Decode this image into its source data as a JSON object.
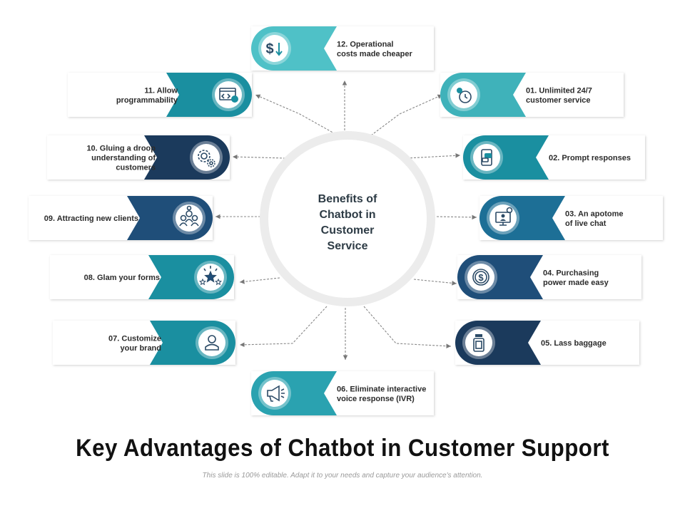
{
  "center": {
    "lines": [
      "Benefits of",
      "Chatbot in",
      "Customer",
      "Service"
    ]
  },
  "colors": {
    "teal_light": "#4fc1c7",
    "teal": "#1a8fa0",
    "navy": "#1f4e79",
    "navy_dark": "#1b3a5c"
  },
  "items": [
    {
      "id": "12",
      "lines": [
        "12. Operational",
        "costs made cheaper"
      ],
      "icon": "dollar-down-icon",
      "color": "#4fc1c7",
      "side": "right-tab"
    },
    {
      "id": "01",
      "lines": [
        "01. Unlimited 24/7",
        "customer service"
      ],
      "icon": "clock-cycle-icon",
      "color": "#3fb2ba",
      "side": "right"
    },
    {
      "id": "02",
      "lines": [
        "02. Prompt responses"
      ],
      "icon": "mobile-chat-icon",
      "color": "#1a8fa0",
      "side": "right"
    },
    {
      "id": "03",
      "lines": [
        "03. An apotome",
        "of live chat"
      ],
      "icon": "monitor-chat-icon",
      "color": "#1d6f96",
      "side": "right"
    },
    {
      "id": "04",
      "lines": [
        "04. Purchasing",
        "power made easy"
      ],
      "icon": "coin-icon",
      "color": "#1f4e79",
      "side": "right"
    },
    {
      "id": "05",
      "lines": [
        "05. Lass baggage"
      ],
      "icon": "luggage-icon",
      "color": "#1b3a5c",
      "side": "right"
    },
    {
      "id": "06",
      "lines": [
        "06. Eliminate interactive",
        "voice response (IVR)"
      ],
      "icon": "megaphone-icon",
      "color": "#2aa2b0",
      "side": "right-tab"
    },
    {
      "id": "07",
      "lines": [
        "07. Customize",
        "your brand"
      ],
      "icon": "user-icon",
      "color": "#1a8fa0",
      "side": "left"
    },
    {
      "id": "08",
      "lines": [
        "08. Glam your forms"
      ],
      "icon": "stars-icon",
      "color": "#1a8fa0",
      "side": "left"
    },
    {
      "id": "09",
      "lines": [
        "09. Attracting new clients"
      ],
      "icon": "group-icon",
      "color": "#1f4e79",
      "side": "left"
    },
    {
      "id": "10",
      "lines": [
        "10. Gluing a droop",
        "understanding of",
        "customers"
      ],
      "icon": "gears-icon",
      "color": "#1b3a5c",
      "side": "left"
    },
    {
      "id": "11",
      "lines": [
        "11. Allow",
        "programmability"
      ],
      "icon": "code-window-icon",
      "color": "#1a8fa0",
      "side": "left"
    }
  ],
  "title": "Key Advantages of Chatbot in Customer Support",
  "subtitle": "This slide is 100% editable. Adapt it to your needs and capture your audience's attention."
}
